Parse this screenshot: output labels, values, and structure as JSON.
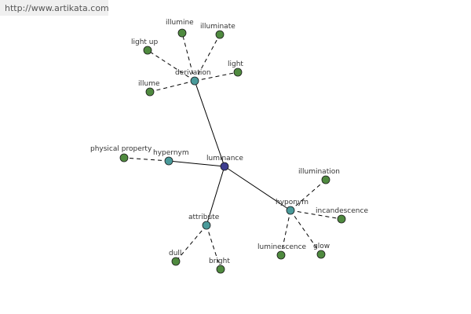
{
  "watermark": {
    "text": "http://www.artikata.com"
  },
  "graph": {
    "colors": {
      "center": "#3d3d8f",
      "relation": "#4a9a9a",
      "leaf": "#4f8a3f",
      "edge": "#000000"
    },
    "nodes": [
      {
        "id": "luminance",
        "label": "luminance",
        "kind": "center"
      },
      {
        "id": "derivation",
        "label": "derivation",
        "kind": "relation"
      },
      {
        "id": "hypernym",
        "label": "hypernym",
        "kind": "relation"
      },
      {
        "id": "attribute",
        "label": "attribute",
        "kind": "relation"
      },
      {
        "id": "hyponym",
        "label": "hyponym",
        "kind": "relation"
      },
      {
        "id": "illumine",
        "label": "illumine",
        "kind": "leaf"
      },
      {
        "id": "illuminate",
        "label": "illuminate",
        "kind": "leaf"
      },
      {
        "id": "light-up",
        "label": "light up",
        "kind": "leaf"
      },
      {
        "id": "light",
        "label": "light",
        "kind": "leaf"
      },
      {
        "id": "illume",
        "label": "illume",
        "kind": "leaf"
      },
      {
        "id": "physical-property",
        "label": "physical property",
        "kind": "leaf"
      },
      {
        "id": "dull",
        "label": "dull",
        "kind": "leaf"
      },
      {
        "id": "bright",
        "label": "bright",
        "kind": "leaf"
      },
      {
        "id": "illumination",
        "label": "illumination",
        "kind": "leaf"
      },
      {
        "id": "incandescence",
        "label": "incandescence",
        "kind": "leaf"
      },
      {
        "id": "luminescence",
        "label": "luminescence",
        "kind": "leaf"
      },
      {
        "id": "glow",
        "label": "glow",
        "kind": "leaf"
      }
    ],
    "edges": [
      {
        "from": "luminance",
        "to": "derivation",
        "style": "solid"
      },
      {
        "from": "luminance",
        "to": "hypernym",
        "style": "solid"
      },
      {
        "from": "luminance",
        "to": "attribute",
        "style": "solid"
      },
      {
        "from": "luminance",
        "to": "hyponym",
        "style": "solid"
      },
      {
        "from": "derivation",
        "to": "illumine",
        "style": "dashed"
      },
      {
        "from": "derivation",
        "to": "illuminate",
        "style": "dashed"
      },
      {
        "from": "derivation",
        "to": "light-up",
        "style": "dashed"
      },
      {
        "from": "derivation",
        "to": "light",
        "style": "dashed"
      },
      {
        "from": "derivation",
        "to": "illume",
        "style": "dashed"
      },
      {
        "from": "hypernym",
        "to": "physical-property",
        "style": "dashed"
      },
      {
        "from": "attribute",
        "to": "dull",
        "style": "dashed"
      },
      {
        "from": "attribute",
        "to": "bright",
        "style": "dashed"
      },
      {
        "from": "hyponym",
        "to": "illumination",
        "style": "dashed"
      },
      {
        "from": "hyponym",
        "to": "incandescence",
        "style": "dashed"
      },
      {
        "from": "hyponym",
        "to": "luminescence",
        "style": "dashed"
      },
      {
        "from": "hyponym",
        "to": "glow",
        "style": "dashed"
      }
    ]
  }
}
